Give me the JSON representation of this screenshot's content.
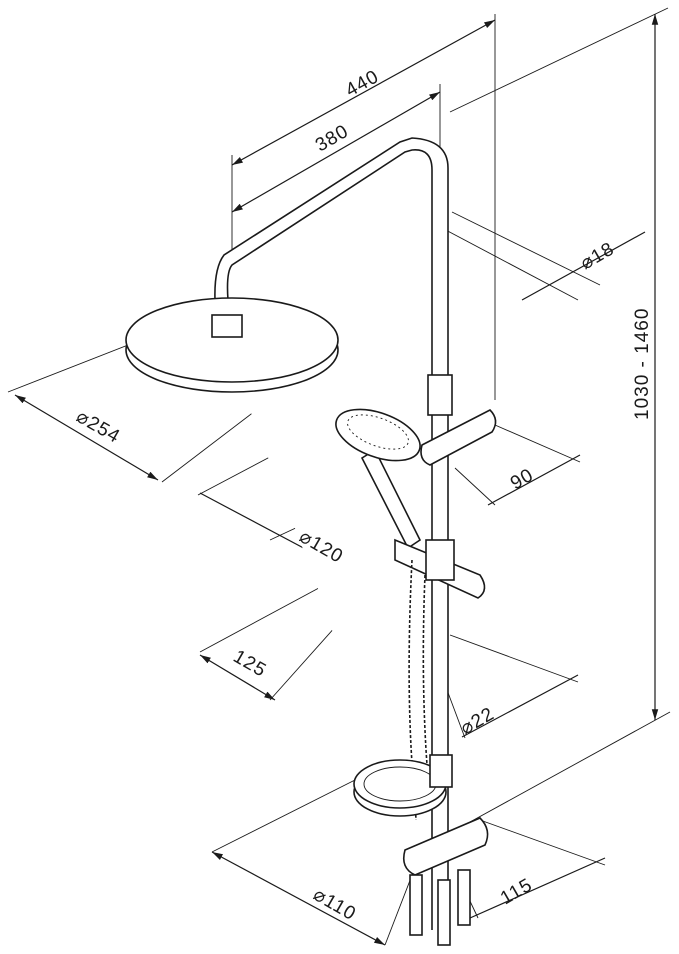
{
  "dimensions": {
    "d440": "440",
    "d380": "380",
    "d18": "⌀18",
    "height": "1030 - 1460",
    "d254": "⌀254",
    "d90": "90",
    "d120": "⌀120",
    "d125": "125",
    "d22": "⌀22",
    "d110": "⌀110",
    "d115": "115"
  },
  "colors": {
    "line": "#1a1a1a",
    "background": "#ffffff"
  }
}
